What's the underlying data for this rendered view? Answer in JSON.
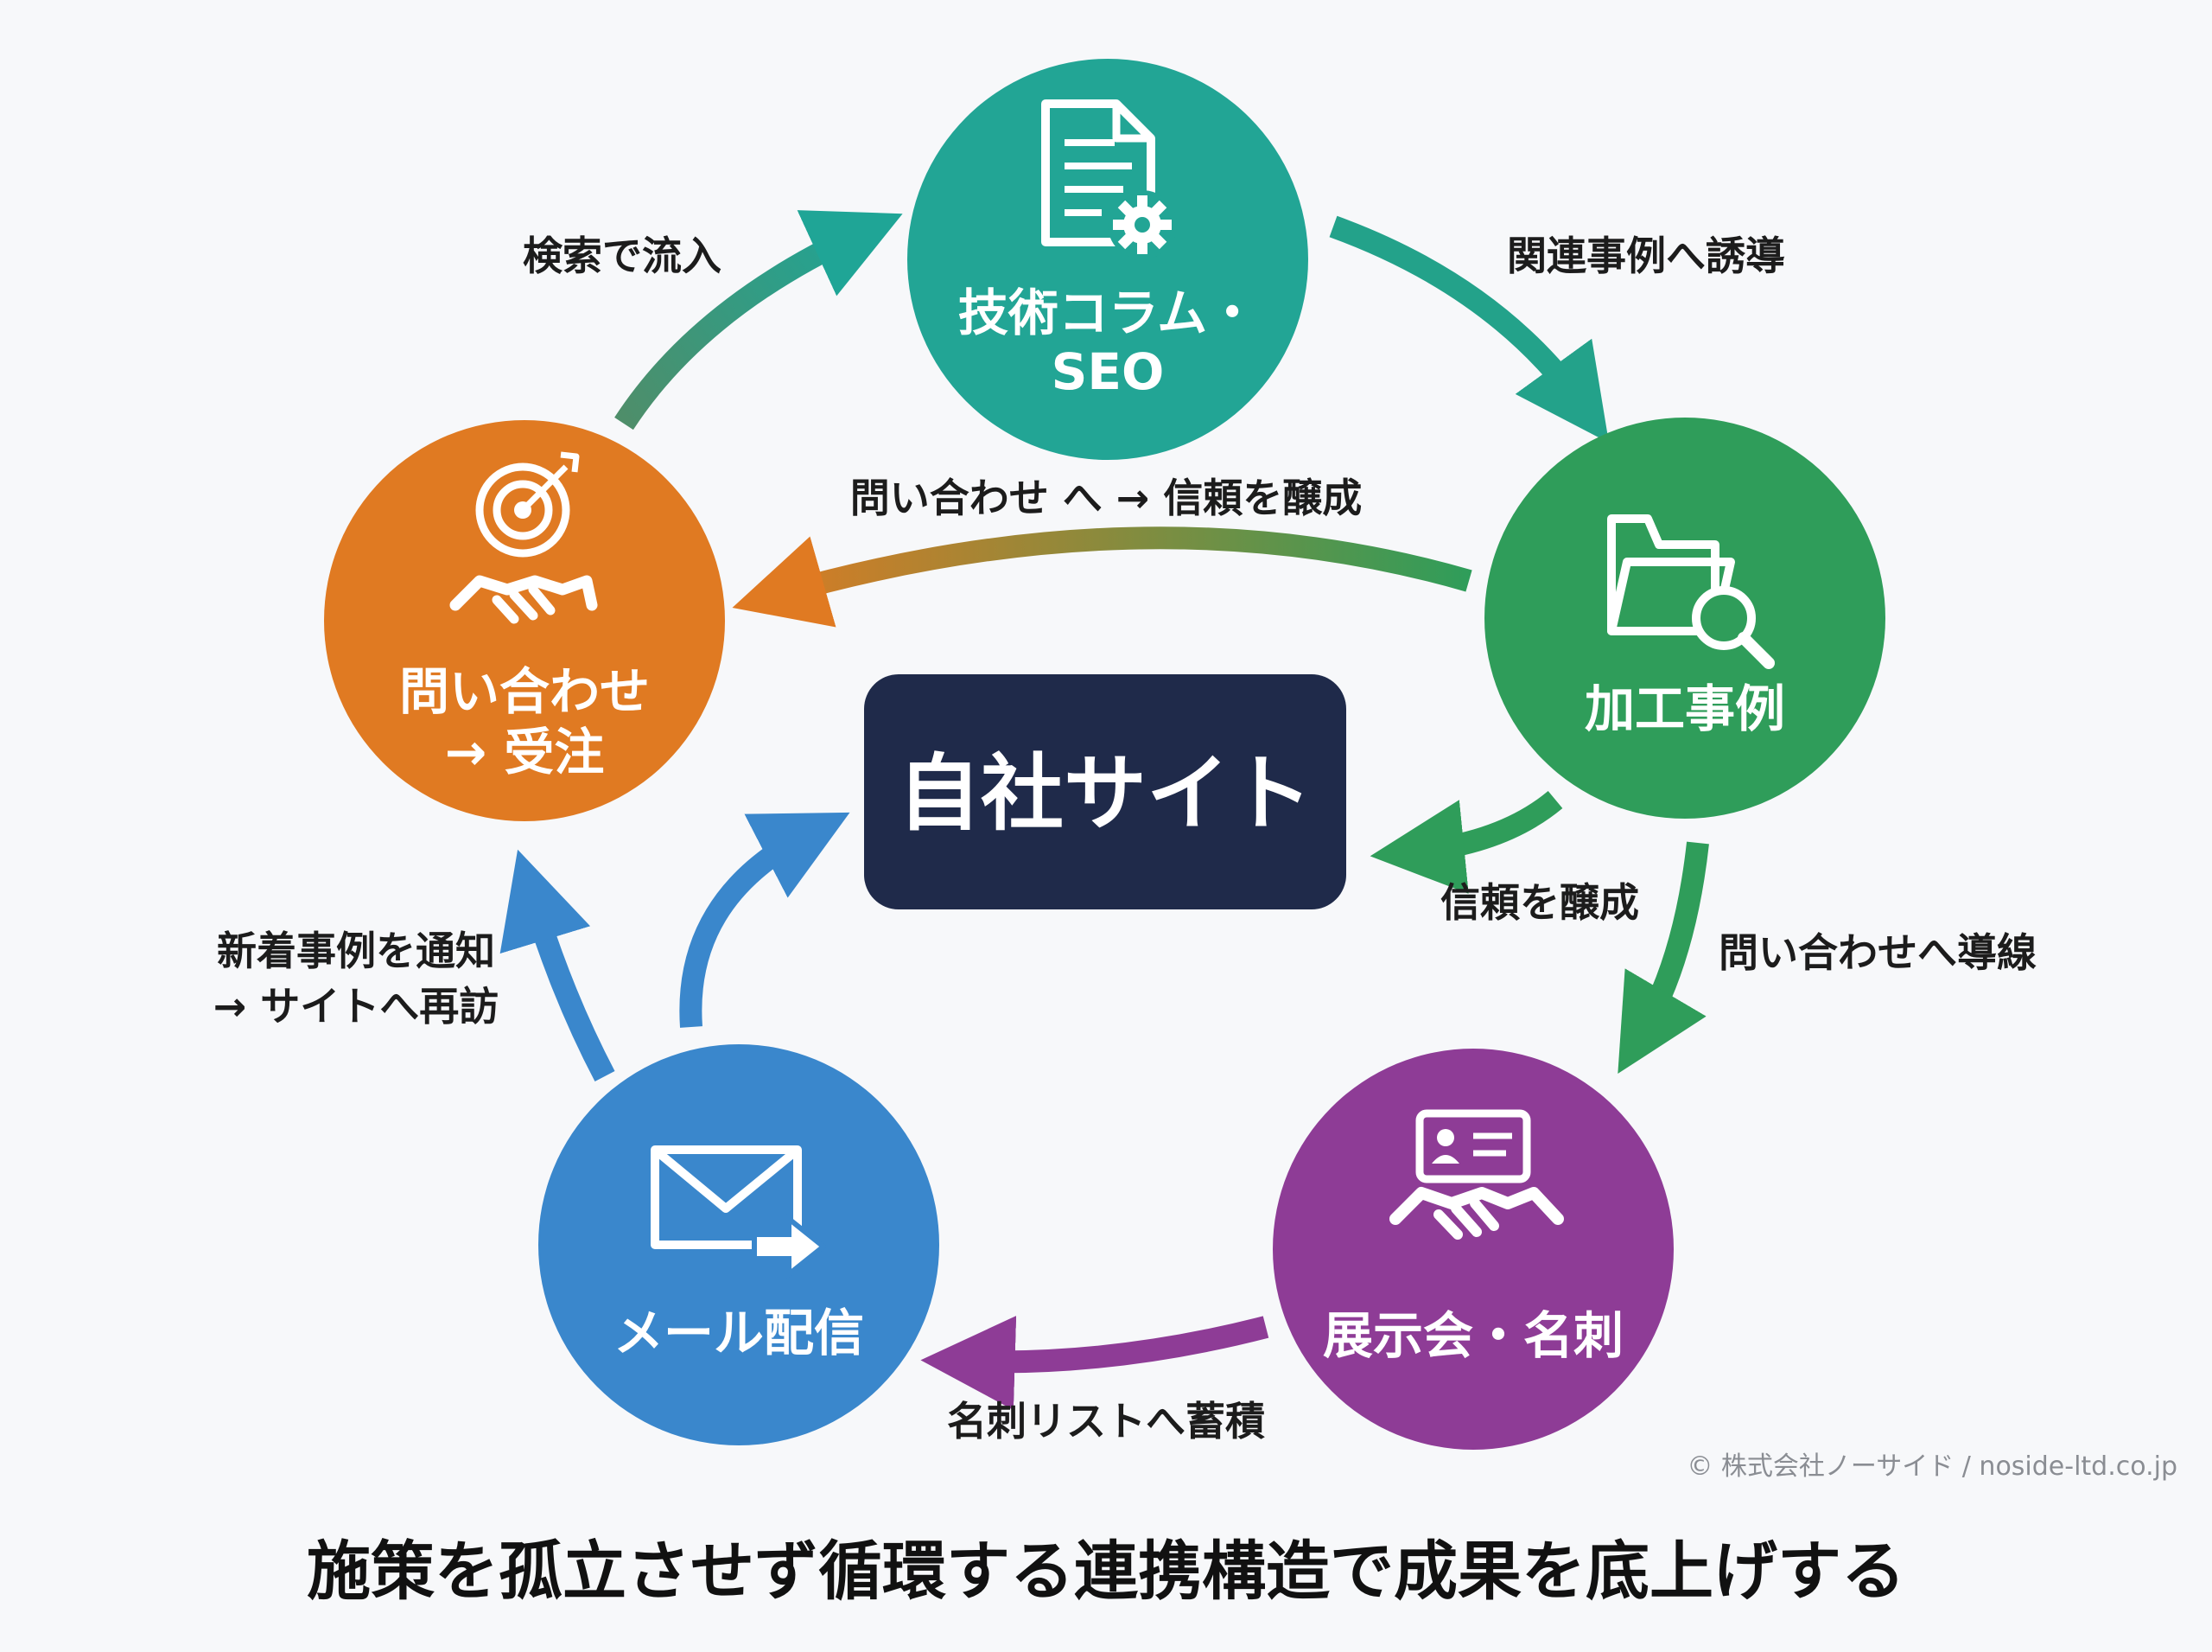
{
  "hub": {
    "label": "自社サイト",
    "color": "#1f2a4a"
  },
  "nodes": {
    "column": {
      "lines": [
        "技術コラム・",
        "SEO"
      ],
      "color": "#22a595",
      "icon": "document-gear-icon"
    },
    "cases": {
      "lines": [
        "加工事例"
      ],
      "color": "#2f9d5a",
      "icon": "folder-search-icon"
    },
    "expo": {
      "lines": [
        "展示会・名刺"
      ],
      "color": "#8e3c96",
      "icon": "business-card-handshake-icon"
    },
    "mail": {
      "lines": [
        "メール配信"
      ],
      "color": "#3a87cc",
      "icon": "envelope-forward-icon"
    },
    "inquiry": {
      "lines": [
        "問い合わせ",
        "→ 受注"
      ],
      "color": "#e07a22",
      "icon": "target-handshake-icon"
    }
  },
  "flows": {
    "search_inflow": [
      "検索で流入"
    ],
    "to_cases": [
      "関連事例へ誘導"
    ],
    "trust_to_inquiry": [
      "問い合わせ へ → 信頼を醸成"
    ],
    "trust_hub": [
      "信頼を醸成"
    ],
    "to_inquiry_path": [
      "問い合わせへ導線"
    ],
    "card_list": [
      "名刺リストへ蓄積"
    ],
    "new_case_notice": [
      "新着事例を通知",
      "→ サイトへ再訪"
    ]
  },
  "copyright": "© 株式会社ノーサイド / noside-ltd.co.jp",
  "caption": "施策を孤立させず循環する連携構造で成果を底上げする"
}
